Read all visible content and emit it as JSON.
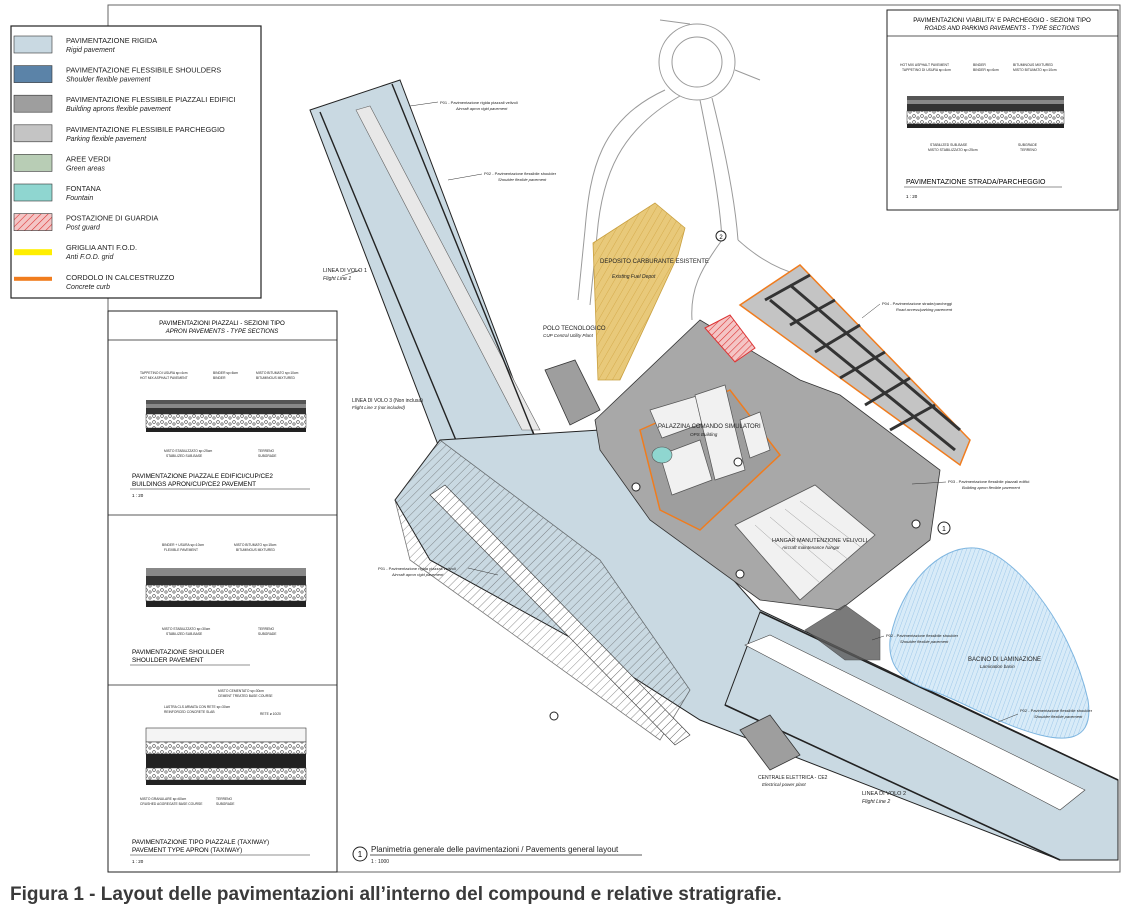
{
  "legend": [
    {
      "it": "PAVIMENTAZIONE RIGIDA",
      "en": "Rigid pavement",
      "color": "#c9d9e2"
    },
    {
      "it": "PAVIMENTAZIONE FLESSIBILE SHOULDERS",
      "en": "Shoulder flexible pavement",
      "color": "#5b83a8"
    },
    {
      "it": "PAVIMENTAZIONE FLESSIBILE  PIAZZALI EDIFICI",
      "en": "Building aprons flexible pavement",
      "color": "#9e9e9e"
    },
    {
      "it": "PAVIMENTAZIONE FLESSIBILE PARCHEGGIO",
      "en": "Parking flexible pavement",
      "color": "#c4c4c4"
    },
    {
      "it": "AREE VERDI",
      "en": "Green areas",
      "color": "#b8cdb5"
    },
    {
      "it": "FONTANA",
      "en": "Fountain",
      "color": "#8fd6d0"
    },
    {
      "it": "POSTAZIONE DI GUARDIA",
      "en": "Post guard",
      "color": "#e8a0a0"
    },
    {
      "it": "GRIGLIA ANTI F.O.D.",
      "en": "Anti F.O.D. grid",
      "color": "#ffee00"
    },
    {
      "it": "CORDOLO IN CALCESTRUZZO",
      "en": "Concrete curb",
      "color": "#f07c1e"
    }
  ],
  "roads_box": {
    "title_it": "PAVIMENTAZIONI VIABILITA' E PARCHEGGIO - SEZIONI TIPO",
    "title_en": "ROADS AND PARKING PAVEMENTS - TYPE SECTIONS",
    "top_labels": [
      "HOT MIX ASPHALT PAVEMENT",
      "TAPPETINO DI USURA sp=4cm",
      "BINDER",
      "BINDER sp=6cm",
      "BITUMINOUS MIXTURED",
      "MISTO BITUMATO sp=10cm"
    ],
    "bottom_labels": [
      "STABILIZED SUB-BASE",
      "MISTO STABILIZZATO sp=25cm",
      "SUBGRADE",
      "TERRENO"
    ],
    "section_title": "PAVIMENTAZIONE STRADA/PARCHEGGIO",
    "scale": "1 : 20"
  },
  "apron_box": {
    "title_it": "PAVIMENTAZIONI  PIAZZALI - SEZIONI TIPO",
    "title_en": "APRON PAVEMENTS - TYPE SECTIONS",
    "sections": [
      {
        "top_labels": [
          "TAPPETINO DI USURA sp=4cm",
          "HOT MIX ASPHALT PAVEMENT",
          "BINDER sp=6cm",
          "BINDER",
          "MISTO BITUMATO sp=10cm",
          "BITUMINOUS MIXTURED"
        ],
        "bottom_labels": [
          "MISTO STABILIZZATO sp=25cm",
          "STABILIZED SUB-BASE",
          "TERRENO",
          "SUBGRADE"
        ],
        "title1": "PAVIMENTAZIONE PIAZZALE EDIFICI/CUP/CE2",
        "title2": "BUILDINGS APRON/CUP/CE2 PAVEMENT",
        "scale": "1 : 20"
      },
      {
        "top_labels": [
          "BINDER + USURA sp=10cm",
          "FLEXIBLE PAVEMENT",
          "MISTO BITUMATO sp=15cm",
          "BITUMINOUS MIXTURED"
        ],
        "bottom_labels": [
          "MISTO STABILIZZATO sp=30cm",
          "STABILIZED SUB-BASE",
          "TERRENO",
          "SUBGRADE"
        ],
        "title1": "PAVIMENTAZIONE SHOULDER",
        "title2": "SHOULDER PAVEMENT",
        "scale": ""
      },
      {
        "top_labels": [
          "MISTO CEMENTATO sp=30cm",
          "CEMENT TREATED BASE COURSE",
          "LASTRA CLS ARMATA CON RETE sp=30cm",
          "REINFORCED CONCRETE SLAB",
          "RETE ø 10/20"
        ],
        "bottom_labels": [
          "MISTO GRANULARE sp=60cm",
          "CRUSHED AGGREGATE BASE COURSE",
          "TERRENO",
          "SUBGRADE"
        ],
        "title1": "PAVIMENTAZIONE TIPO PIAZZALE (TAXIWAY)",
        "title2": "PAVEMENT TYPE APRON (TAXIWAY)",
        "scale": "1 : 20"
      }
    ]
  },
  "map": {
    "fuel_depot_it": "DEPOSITO CARBURANTE ESISTENTE",
    "fuel_depot_en": "Existing Fuel Depot",
    "flight_line_1_it": "LINEA DI VOLO 1",
    "flight_line_1_en": "Flight Line 1",
    "flight_line_3_it": "LINEA DI VOLO 3 (Non inclusa)",
    "flight_line_3_en": "Flight Line 3 (not included)",
    "flight_line_2_it": "LINEA DI VOLO 2",
    "flight_line_2_en": "Flight Line 2",
    "cup_it": "POLO TECNOLOGICO",
    "cup_en": "CUP Central Utility Plant",
    "ops_it": "PALAZZINA COMANDO SIMULATORI",
    "ops_en": "OPS Building",
    "hangar_it": "HANGAR MANUTENZIONE VELIVOLI",
    "hangar_en": "Aircraft maintenance hangar",
    "basin_it": "BACINO DI LAMINAZIONE",
    "basin_en": "Lamination basin",
    "power_it": "CENTRALE ELETTRICA - CE2",
    "power_en": "Electrical power plant",
    "p01_a": "P01 - Pavimentazione rigida piazzali velivoli",
    "p01_a_en": "Aircraft apron rigid pavement",
    "p02_a": "P02 - Pavimentazione flessibile shoulder",
    "p02_a_en": "Shoulder flexible pavement",
    "p04": "P04 - Pavimentazione strade/parcheggi",
    "p04_en": "Road access/parking pavement",
    "p03_b": "P03 - Pavimentazione flessibile piazzali edifici",
    "p03_b_en": "Building apron flexible pavement",
    "p01_b": "P01 - Pavimentazione rigida piazzali velivoli",
    "p01_b_en": "Aircraft apron rigid pavement",
    "p02_b": "P02 - Pavimentazione flessibile shoulder",
    "p02_b_en": "Shoulder flexible pavement",
    "p02_c": "P02 - Pavimentazione flessibile shoulder",
    "p02_c_en": "Shoulder flexible pavement",
    "plan_title": "Planimetria generale delle pavimentazioni / Pavements general layout",
    "plan_number": "1",
    "plan_scale": "1 : 1000",
    "marker_2": "2",
    "marker_1": "1"
  },
  "caption": "Figura 1 - Layout delle pavimentazioni all’interno del compound e relative stratigrafie."
}
